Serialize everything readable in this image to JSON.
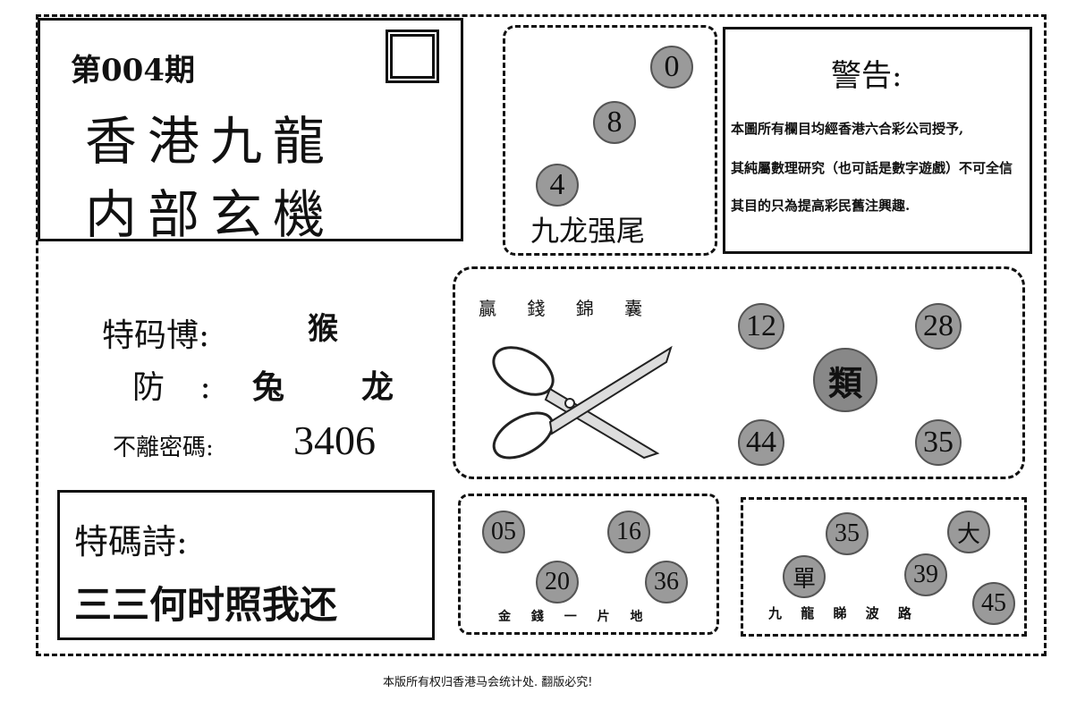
{
  "header": {
    "issue": "第004期",
    "title_line1": "香港九龍",
    "title_line2": "内部玄機"
  },
  "tail_box": {
    "balls": [
      "0",
      "8",
      "4"
    ],
    "caption": "九龙强尾"
  },
  "warning": {
    "title": "警告:",
    "lines": [
      "本圖所有欄目均經香港六合彩公司授予,",
      "其純屬數理研究（也可話是數字遊戲）不可全信",
      "其目的只為提高彩民舊注興趣."
    ]
  },
  "special": {
    "te_label": "特码博:",
    "te_value": "猴",
    "fang_label": "防 :",
    "fang_values": [
      "兔",
      "龙"
    ],
    "secret_label": "不離密碼:",
    "secret_value": "3406"
  },
  "scissors_box": {
    "caption": "贏 錢 錦 囊",
    "balls": [
      "12",
      "28",
      "44",
      "35"
    ],
    "center": "類"
  },
  "poem": {
    "label": "特碼詩:",
    "text": "三三何时照我还"
  },
  "gold_box": {
    "balls": [
      "05",
      "16",
      "20",
      "36"
    ],
    "caption": "金 錢 一 片 地"
  },
  "wave_box": {
    "balls": [
      "35",
      "大",
      "單",
      "39",
      "45"
    ],
    "caption": "九 龍 睇 波 路"
  },
  "footer": "本版所有权归香港马会统计处. 翻版必究!"
}
